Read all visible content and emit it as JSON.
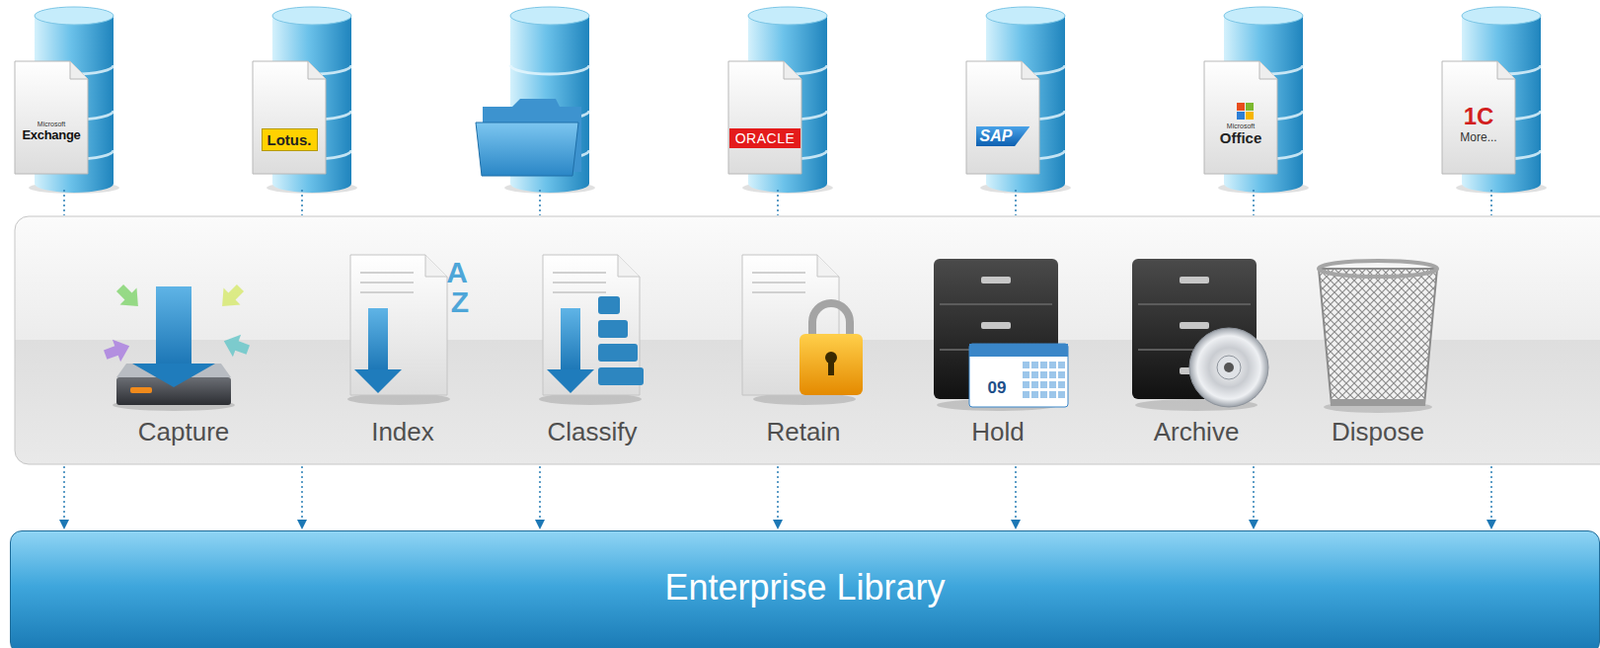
{
  "diagram": {
    "nodes": [
      {
        "text": [
          "Microsoft",
          "Exchange"
        ]
      },
      {
        "text": [
          "Lotus."
        ]
      },
      {
        "text": [
          "ORACLE"
        ]
      },
      {
        "text": [
          "SAP"
        ]
      },
      {
        "text": [
          "Microsoft",
          "Office"
        ]
      },
      {
        "text": [
          "1C",
          "More..."
        ]
      },
      {
        "text": [
          "Capture",
          "Index",
          "Classify",
          "Retain",
          "Hold",
          "Archive",
          "Dispose"
        ]
      },
      {
        "text": [
          "Enterprise Library"
        ]
      }
    ],
    "edges": [
      {
        "from": 0,
        "to": 6,
        "arrow": "none"
      },
      {
        "from": 1,
        "to": 6,
        "arrow": "none"
      },
      {
        "from": 2,
        "to": 6,
        "arrow": "none"
      },
      {
        "from": 3,
        "to": 6,
        "arrow": "none"
      },
      {
        "from": 4,
        "to": 6,
        "arrow": "none"
      },
      {
        "from": 5,
        "to": 6,
        "arrow": "none"
      },
      {
        "from": 6,
        "to": 7,
        "arrow": "to"
      },
      {
        "from": 6,
        "to": 7,
        "arrow": "to"
      },
      {
        "from": 6,
        "to": 7,
        "arrow": "to"
      },
      {
        "from": 6,
        "to": 7,
        "arrow": "to"
      },
      {
        "from": 6,
        "to": 7,
        "arrow": "to"
      },
      {
        "from": 6,
        "to": 7,
        "arrow": "to"
      },
      {
        "from": 6,
        "to": 7,
        "arrow": "to"
      }
    ],
    "labels": [
      "A",
      "Z",
      "09"
    ]
  }
}
